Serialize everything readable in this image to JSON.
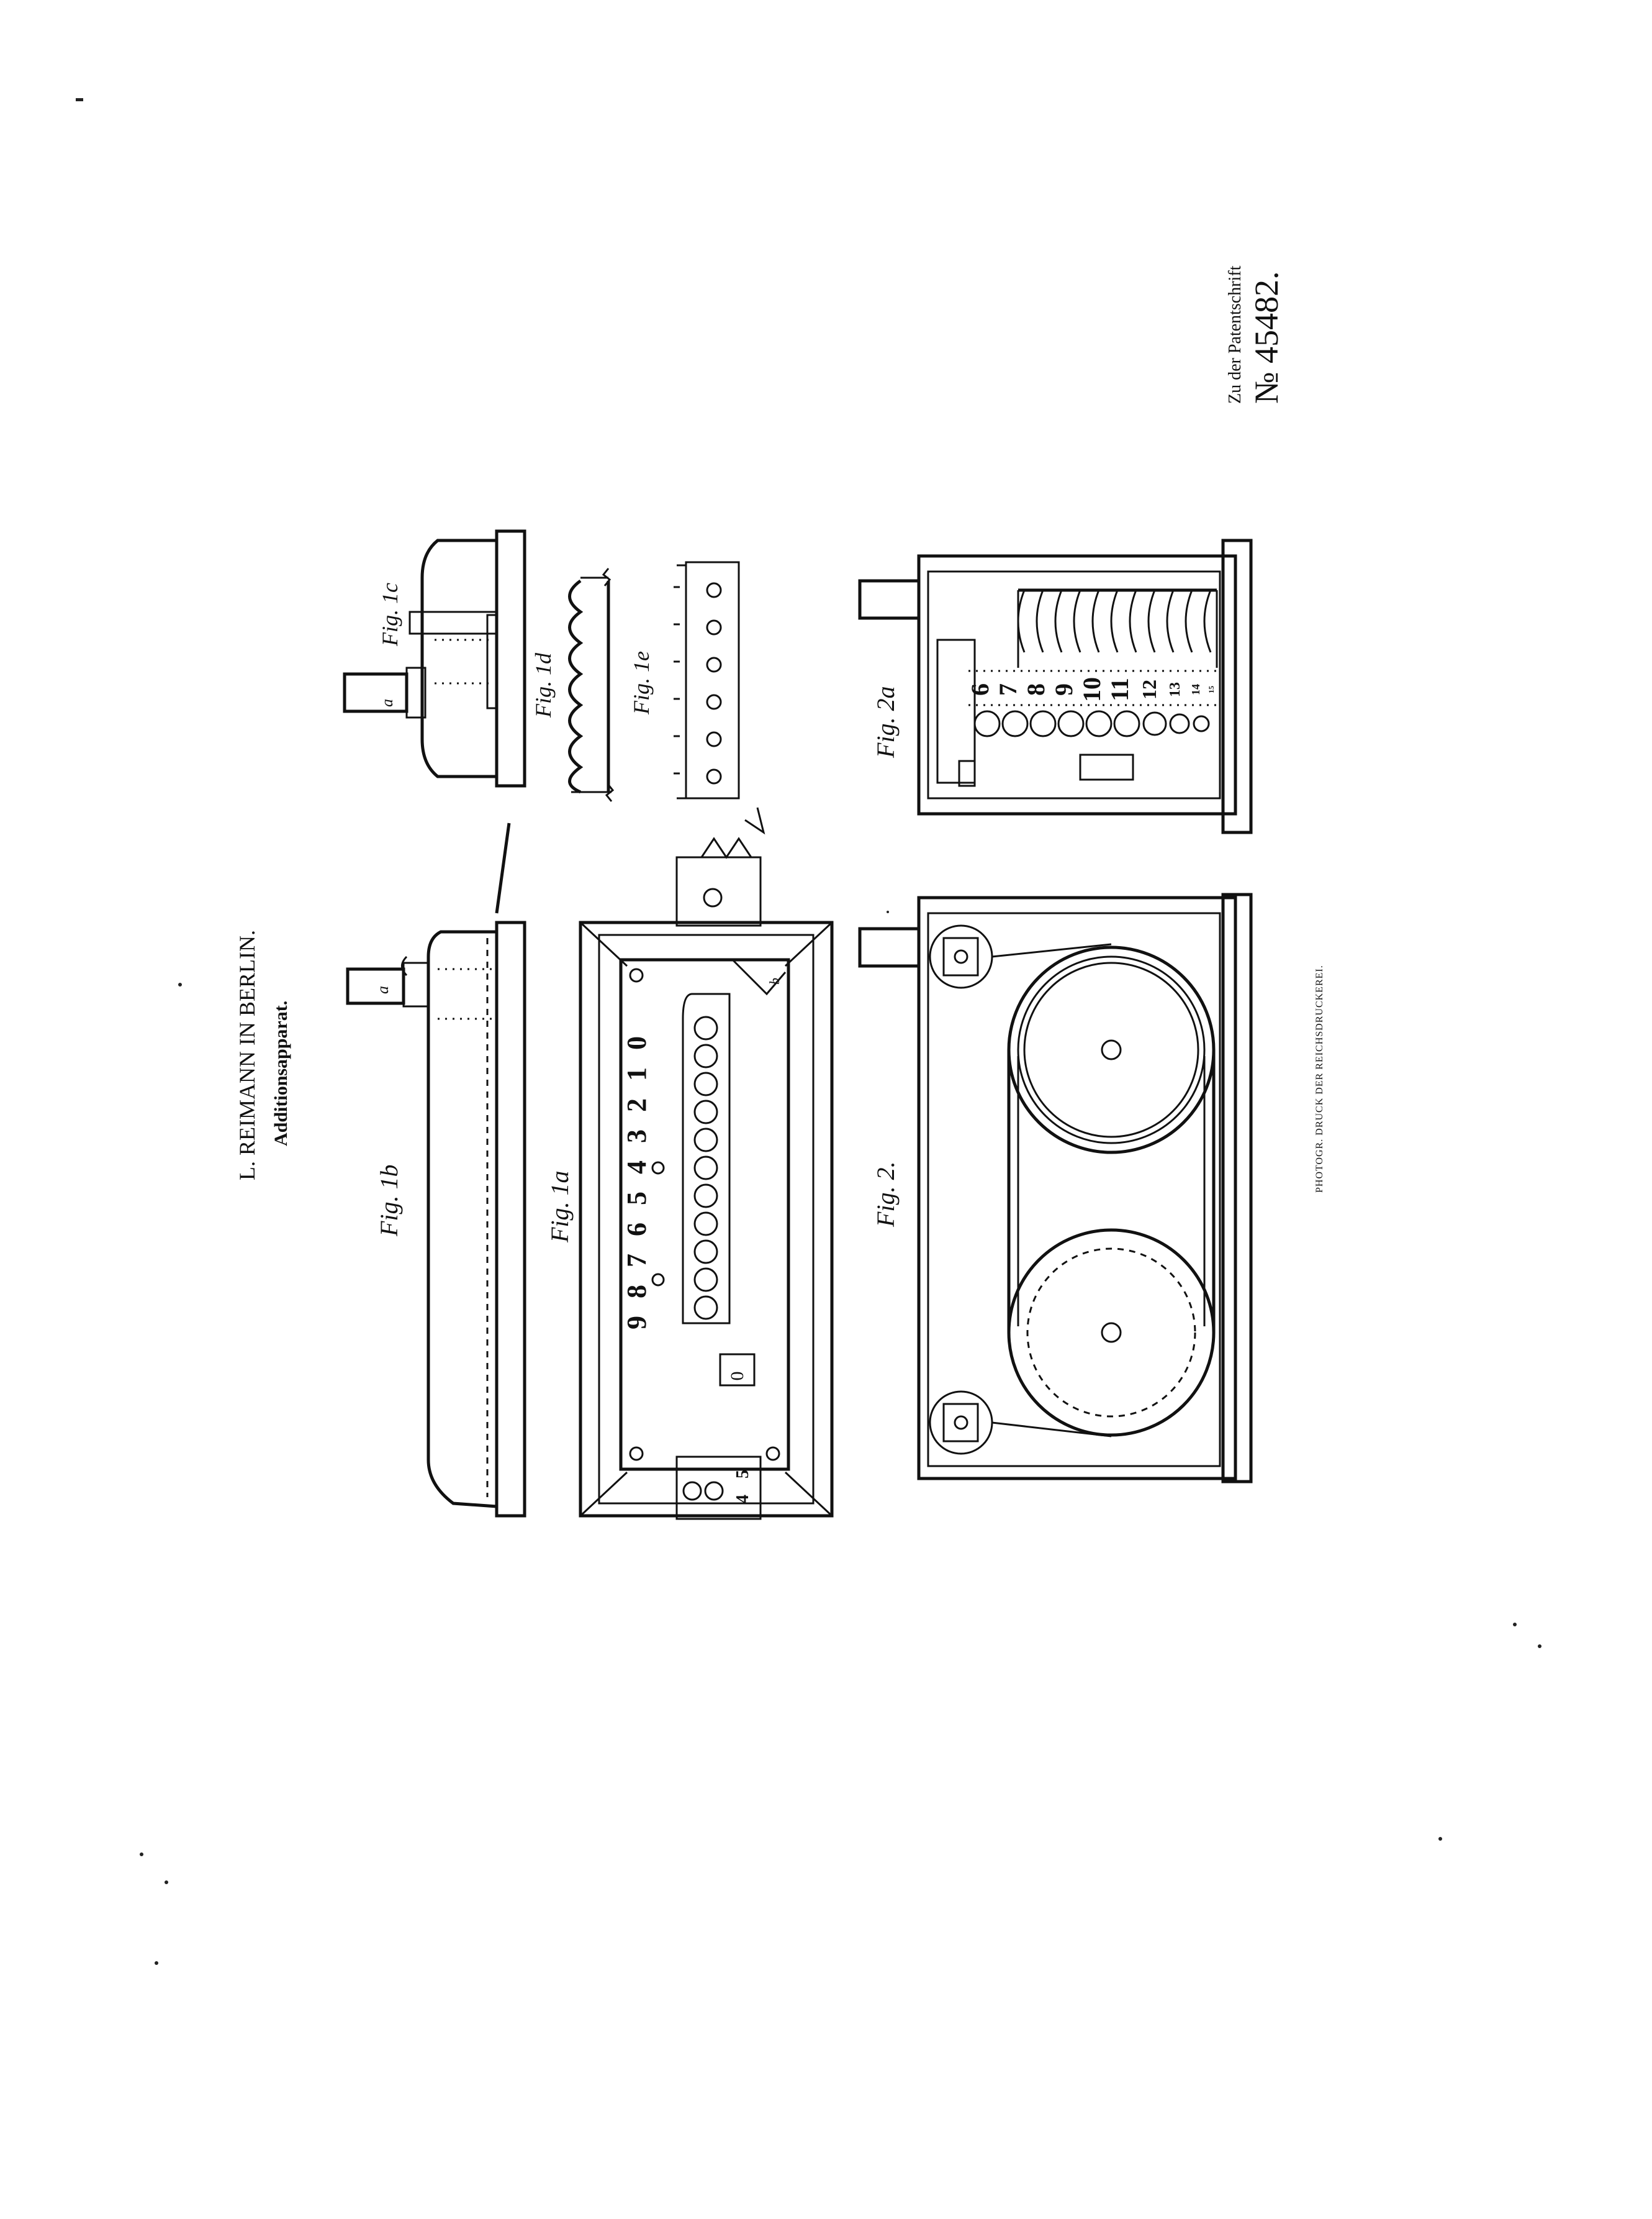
{
  "header": {
    "patent_ref_label": "Zu der Patentschrift",
    "patent_number": "№ 45482."
  },
  "title": {
    "author": "L. REIMANN IN BERLIN.",
    "subject": "Additionsapparat."
  },
  "footer": {
    "printer": "PHOTOGR. DRUCK DER REICHSDRUCKEREI."
  },
  "figures": {
    "fig_1b": "Fig. 1b",
    "fig_1a": "Fig. 1a",
    "fig_1c": "Fig. 1c",
    "fig_1d": "Fig. 1d",
    "fig_1e": "Fig. 1e",
    "fig_2": "Fig. 2.",
    "fig_2a": "Fig. 2a"
  },
  "reference_letters": {
    "a_1b": "a",
    "a_1c": "a",
    "b_1a": "b"
  },
  "fig_1a_scale": [
    "0",
    "1",
    "2",
    "3",
    "4",
    "5",
    "6",
    "7",
    "8",
    "9"
  ],
  "fig_1a_window": "0",
  "fig_1a_strip": [
    "5",
    "4"
  ],
  "fig_2a_scale": [
    "6",
    "7",
    "8",
    "9",
    "10",
    "11",
    "12",
    "13",
    "14",
    "15"
  ]
}
